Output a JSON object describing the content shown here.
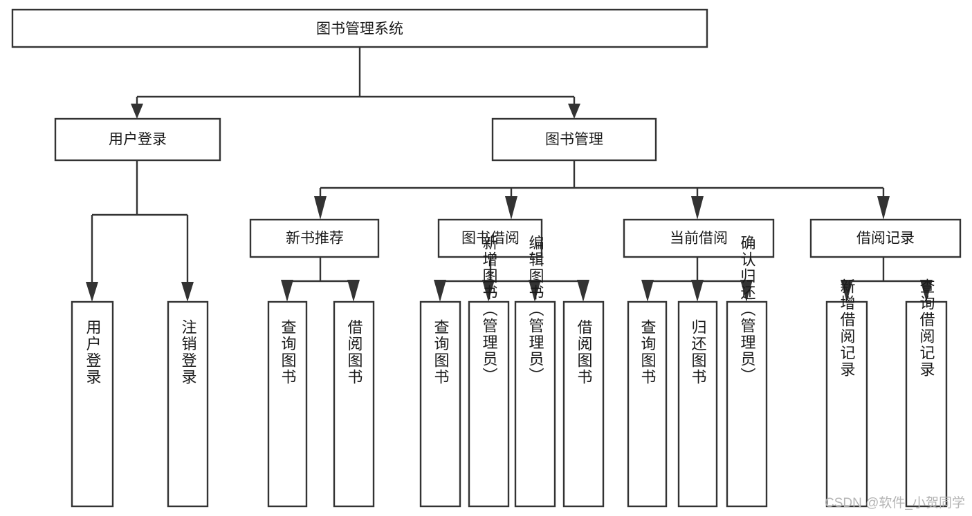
{
  "diagram": {
    "title": "图书管理系统",
    "type": "tree-hierarchy",
    "orientation": "top-down",
    "levels": {
      "root": {
        "id": "root",
        "label": "图书管理系统",
        "orientation": "horizontal"
      },
      "level2": [
        {
          "id": "user-login",
          "label": "用户登录",
          "orientation": "horizontal"
        },
        {
          "id": "book-management",
          "label": "图书管理",
          "orientation": "horizontal"
        }
      ],
      "level3": [
        {
          "id": "new-book-recommend",
          "label": "新书推荐",
          "parent": "book-management",
          "orientation": "horizontal"
        },
        {
          "id": "book-borrow",
          "label": "图书借阅",
          "parent": "book-management",
          "orientation": "horizontal"
        },
        {
          "id": "current-borrow",
          "label": "当前借阅",
          "parent": "book-management",
          "orientation": "horizontal"
        },
        {
          "id": "borrow-record",
          "label": "借阅记录",
          "parent": "book-management",
          "orientation": "horizontal"
        }
      ],
      "leaves": [
        {
          "id": "leaf-user-login",
          "label": "用户登录",
          "parent": "user-login",
          "orientation": "vertical"
        },
        {
          "id": "leaf-user-logout",
          "label": "注销登录",
          "parent": "user-login",
          "orientation": "vertical"
        },
        {
          "id": "leaf-query-book-1",
          "label": "查询图书",
          "parent": "new-book-recommend",
          "orientation": "vertical"
        },
        {
          "id": "leaf-borrow-book-1",
          "label": "借阅图书",
          "parent": "new-book-recommend",
          "orientation": "vertical"
        },
        {
          "id": "leaf-query-book-2",
          "label": "查询图书",
          "parent": "book-borrow",
          "orientation": "vertical"
        },
        {
          "id": "leaf-add-book",
          "label": "新增图书（管理员）",
          "parent": "book-borrow",
          "orientation": "vertical"
        },
        {
          "id": "leaf-edit-book",
          "label": "编辑图书（管理员）",
          "parent": "book-borrow",
          "orientation": "vertical"
        },
        {
          "id": "leaf-borrow-book-2",
          "label": "借阅图书",
          "parent": "book-borrow",
          "orientation": "vertical"
        },
        {
          "id": "leaf-query-book-3",
          "label": "查询图书",
          "parent": "current-borrow",
          "orientation": "vertical"
        },
        {
          "id": "leaf-return-book",
          "label": "归还图书",
          "parent": "current-borrow",
          "orientation": "vertical"
        },
        {
          "id": "leaf-confirm-return",
          "label": "确认归还（管理员）",
          "parent": "current-borrow",
          "orientation": "vertical"
        },
        {
          "id": "leaf-add-record",
          "label": "新增借阅记录",
          "parent": "borrow-record",
          "orientation": "vertical"
        },
        {
          "id": "leaf-query-record",
          "label": "查询借阅记录",
          "parent": "borrow-record",
          "orientation": "vertical"
        }
      ]
    }
  },
  "watermark": {
    "text": "CSDN @软件_小贺同学"
  },
  "colors": {
    "stroke": "#333333",
    "fill": "#ffffff",
    "text": "#1a1a1a",
    "watermark": "#b4b4b4"
  }
}
